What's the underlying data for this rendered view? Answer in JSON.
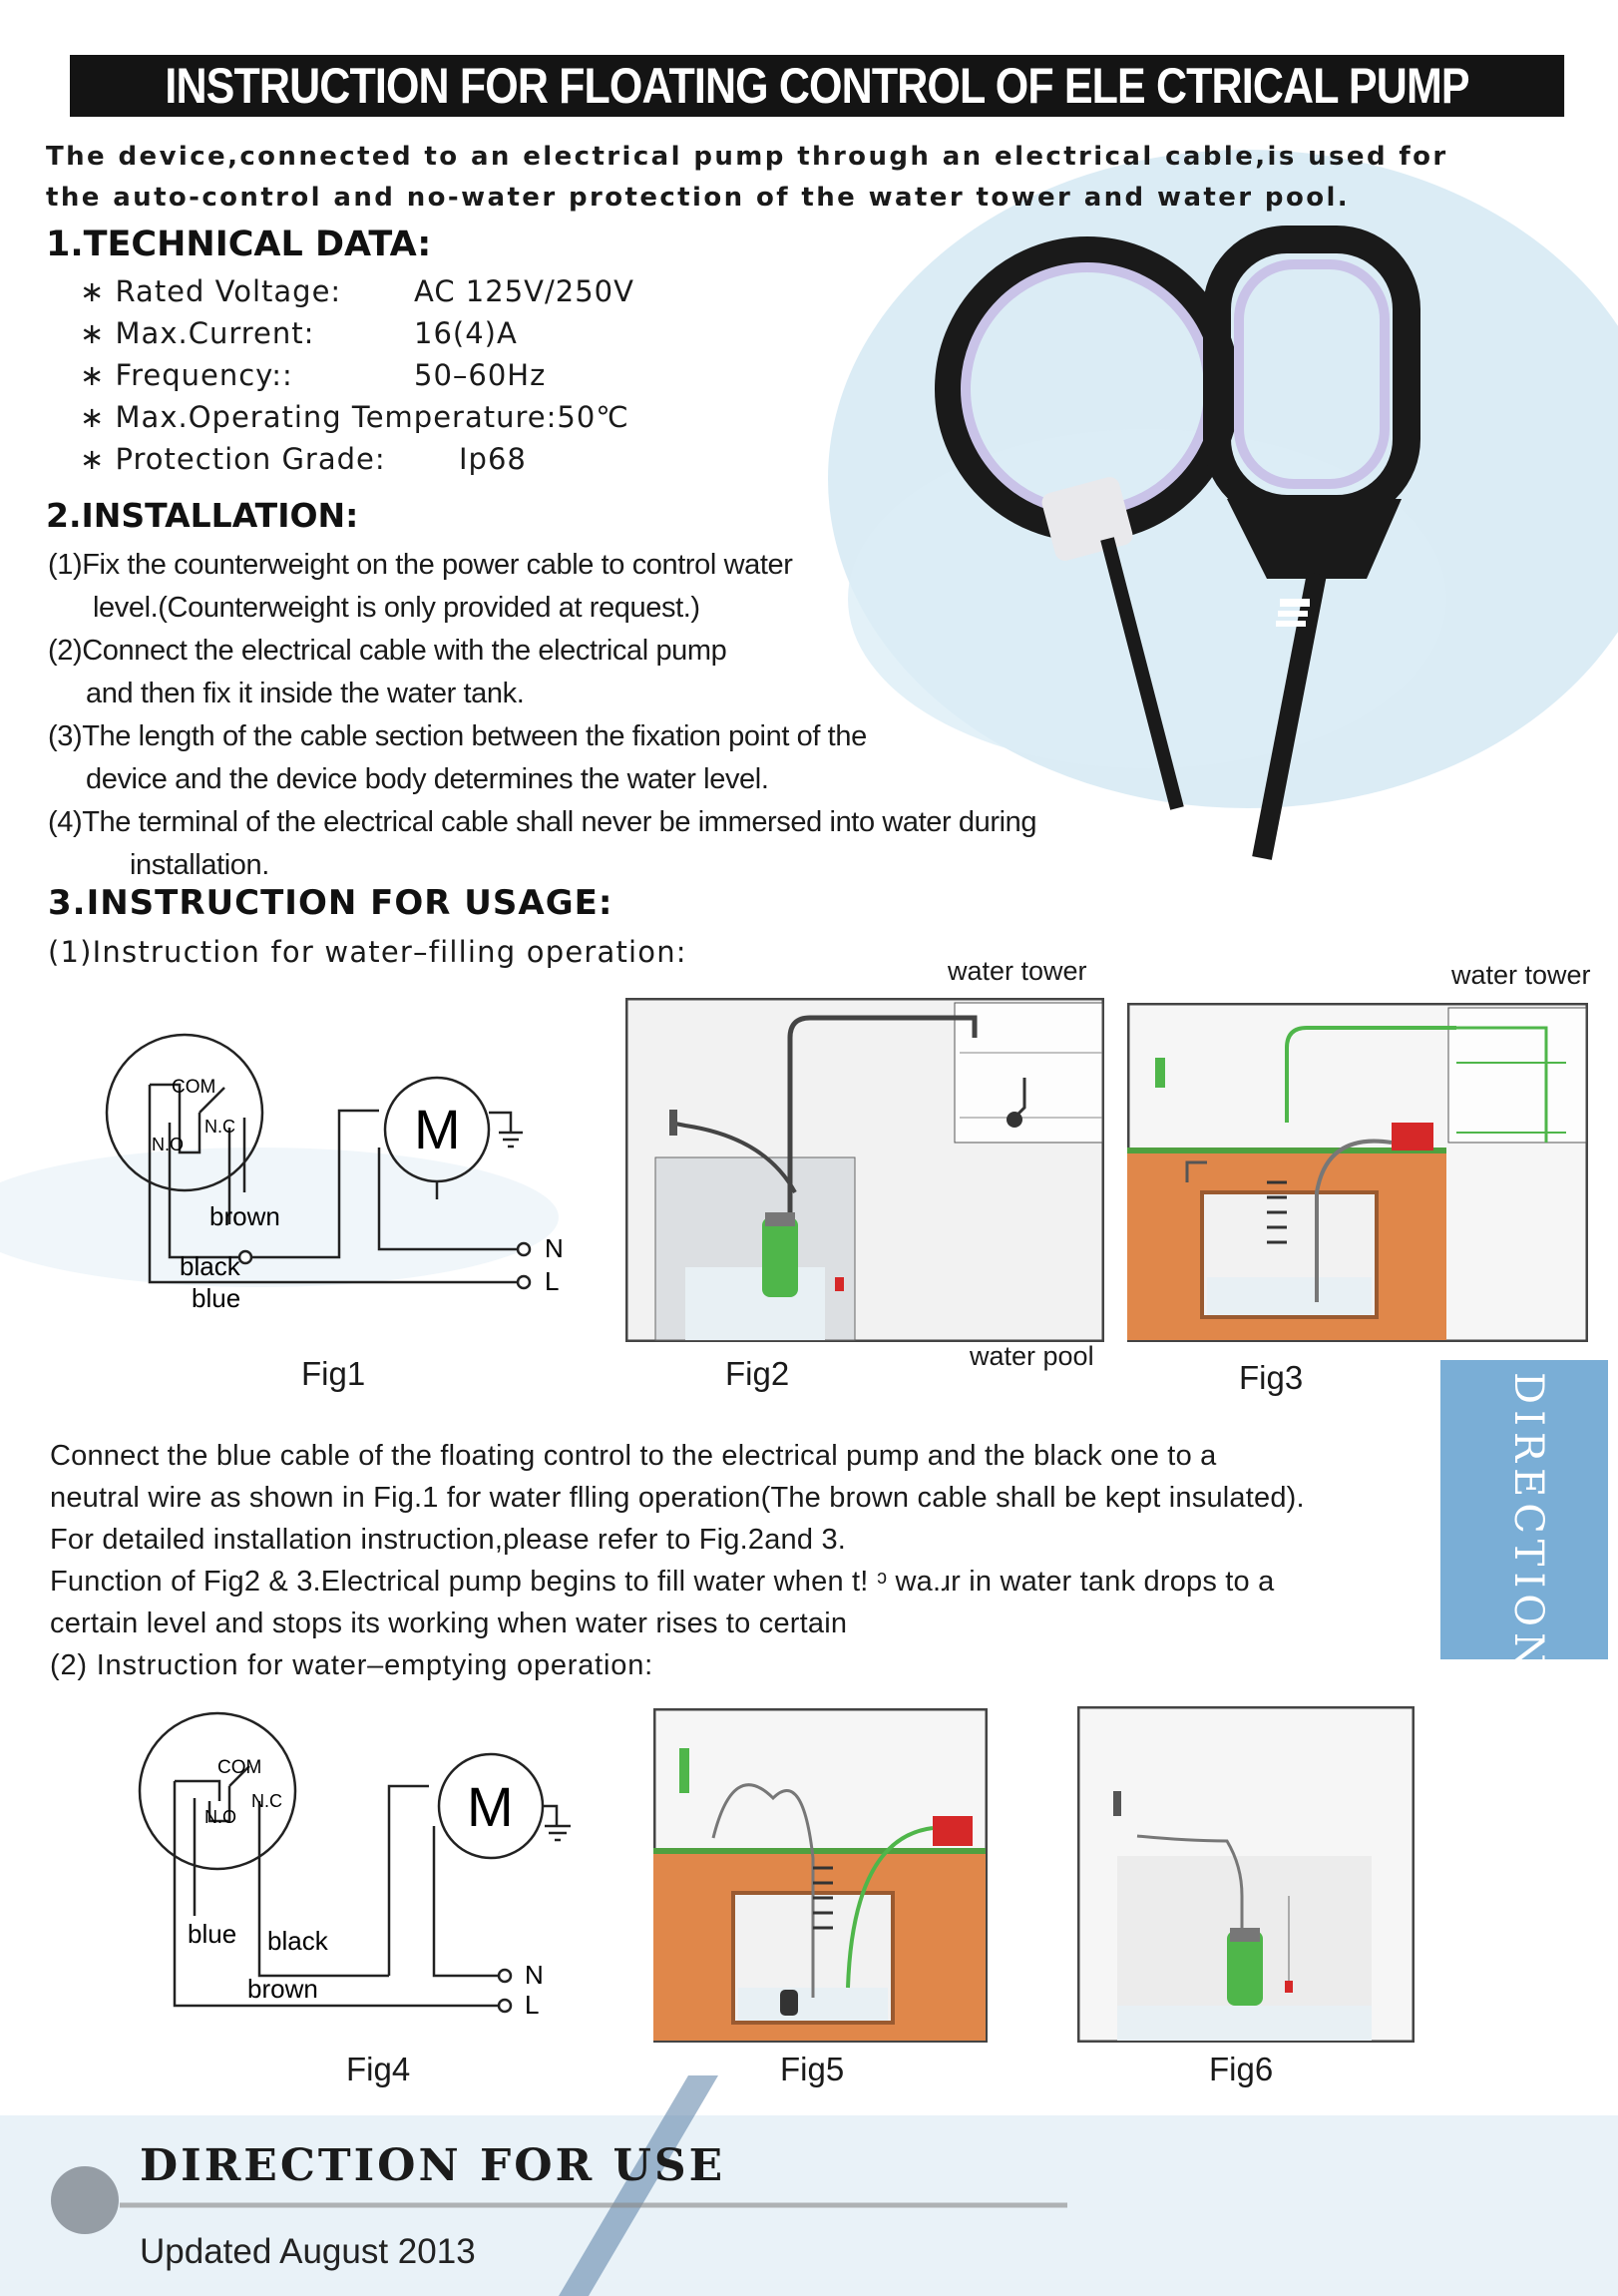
{
  "title": "INSTRUCTION FOR FLOATING CONTROL OF ELE CTRICAL PUMP",
  "intro": {
    "line1": "The device,connected to an electrical pump through an electrical cable,is used for",
    "line2": "the auto-control and no-water protection of the water tower and water pool."
  },
  "technical": {
    "heading": "1.TECHNICAL DATA:",
    "rows": [
      {
        "label": "Rated Voltage:",
        "value": "AC 125V/250V"
      },
      {
        "label": "Max.Current:",
        "value": "16(4)A"
      },
      {
        "label": "Frequency::",
        "value": "50–60Hz"
      },
      {
        "label": "Max.Operating Temperature:",
        "value": "50℃"
      },
      {
        "label": "Protection Grade:",
        "value": "Ip68"
      }
    ]
  },
  "installation": {
    "heading": "2.INSTALLATION:",
    "lines": [
      "(1)Fix the counterweight on the power cable to control water",
      "level.(Counterweight is only provided at request.)",
      "(2)Connect the electrical cable with the electrical pump",
      "and then fix it inside the water tank.",
      "(3)The length of the cable section between the fixation point of the",
      "device and the device body determines the water level.",
      "(4)The terminal of the electrical cable shall never be immersed into water during",
      "installation."
    ]
  },
  "usage": {
    "heading": "3.INSTRUCTION FOR USAGE:",
    "sub1": "(1)Instruction for water–filling operation:",
    "sub2": "(2) Instruction for water–emptying operation:",
    "paragraph": [
      "Connect the blue  cable  of the floating control to the electrical pump and the black one to a",
      "neutral wire as shown in Fig.1 for water flling operation(The brown cable shall be kept insulated).",
      "For detailed installation instruction,please refer to Fig.2and 3.",
      "Function of Fig2 & 3.Electrical pump begins to fill water when t! ᵓ wa.ɹr in water tank drops to a",
      "certain level and stops its working when water rises to certain"
    ]
  },
  "figures": {
    "fig1": "Fig1",
    "fig2": "Fig2",
    "fig3": "Fig3",
    "fig4": "Fig4",
    "fig5": "Fig5",
    "fig6": "Fig6",
    "water_tower_a": "water tower",
    "water_tower_b": "water tower",
    "water_pool": "water pool"
  },
  "wiring": {
    "com": "COM",
    "no": "N.O",
    "nc": "N.C",
    "motor": "M",
    "n": "N",
    "l": "L",
    "brown": "brown",
    "black": "black",
    "blue": "blue"
  },
  "side_tab": "DIRECTION FOR USE",
  "footer": {
    "title": "DIRECTION FOR USE",
    "updated": "Updated August 2013"
  },
  "colors": {
    "title_bg": "#141414",
    "side_tab": "#7aaed6",
    "soil": "#e0874a",
    "water": "#dfe9ee",
    "pump_green": "#4fb64a",
    "pump_red": "#d62828"
  }
}
